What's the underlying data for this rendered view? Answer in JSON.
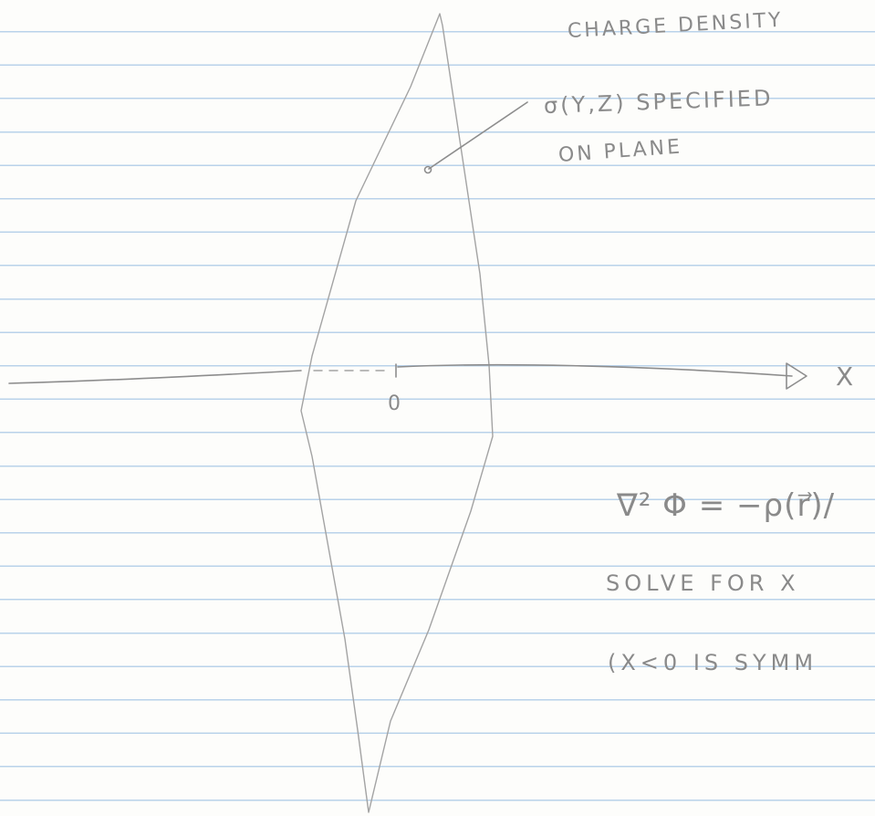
{
  "annotation": {
    "line1": "CHARGE DENSITY",
    "line2": "σ(Y,Z)  SPECIFIED",
    "line3": "ON PLANE"
  },
  "axis": {
    "x_label": "X",
    "origin_label": "0"
  },
  "equation": "∇² Φ = −ρ(r⃗)/",
  "notes": {
    "solve": "SOLVE FOR X",
    "symmetric": "(X<0 IS SYMM"
  },
  "colors": {
    "pencil": "#8d8d8d",
    "ruled_line": "#b9d2ea",
    "paper": "#fdfdfb"
  }
}
